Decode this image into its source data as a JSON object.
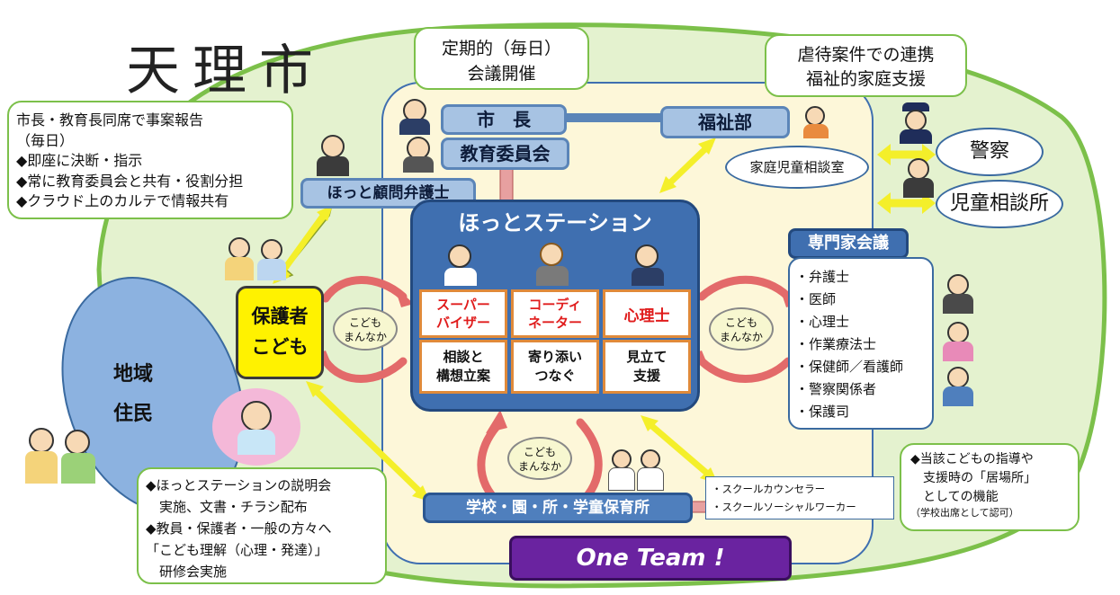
{
  "city_name": "天理市",
  "meeting_box": "定期的（毎日）\n会議開催",
  "abuse_box": "虐待案件での連携\n福祉的家庭支援",
  "mayor_report_box": "市長・教育長同席で事案報告\n（毎日）\n◆即座に決断・指示\n◆常に教育委員会と共有・役割分担\n◆クラウド上のカルテで情報共有",
  "mayor": "市　長",
  "education_board": "教育委員会",
  "welfare_dept": "福祉部",
  "family_consult_room": "家庭児童相談室",
  "lawyer_advisor": "ほっと顧問弁護士",
  "police": "警察",
  "child_consult_center": "児童相談所",
  "hot_station": {
    "title": "ほっとステーション",
    "roles": [
      {
        "title": "スーパー\nバイザー",
        "task": "相談と\n構想立案"
      },
      {
        "title": "コーディ\nネーター",
        "task": "寄り添い\nつなぐ"
      },
      {
        "title": "心理士",
        "task": "見立て\n支援"
      }
    ]
  },
  "guardian_child": "保護者\nこども",
  "child_center_label": "こども\nまんなか",
  "expert_meeting": {
    "title": "専門家会議",
    "members": [
      "弁護士",
      "医師",
      "心理士",
      "作業療法士",
      "保健師／看護師",
      "警察関係者",
      "保護司"
    ]
  },
  "local_residents": "地域\n住民",
  "explain_box": "◆ほっとステーションの説明会\n　実施、文書・チラシ配布\n◆教員・保護者・一般の方々へ\n「こども理解（心理・発達）」\n　研修会実施",
  "schools": "学校・園・所・学童保育所",
  "school_staff": [
    "スクールカウンセラー",
    "スクールソーシャルワーカー"
  ],
  "place_box": "◆当該こどもの指導や\n　支援時の「居場所」\n　としての機能",
  "place_box_note": "（学校出席として認可）",
  "one_team": "One Team !",
  "colors": {
    "green_region": "#e4f2cf",
    "green_border": "#7cc04a",
    "inner_region": "#fdf7d9",
    "station_blue": "#3f6fb0",
    "label_blue": "#a7c3e3",
    "guardian_yellow": "#fff200",
    "residents_blue": "#8cb2e0",
    "one_team_purple": "#6a23a0",
    "arrow_yellow": "#f4ef2a",
    "arrow_red": "#e36a6a"
  }
}
